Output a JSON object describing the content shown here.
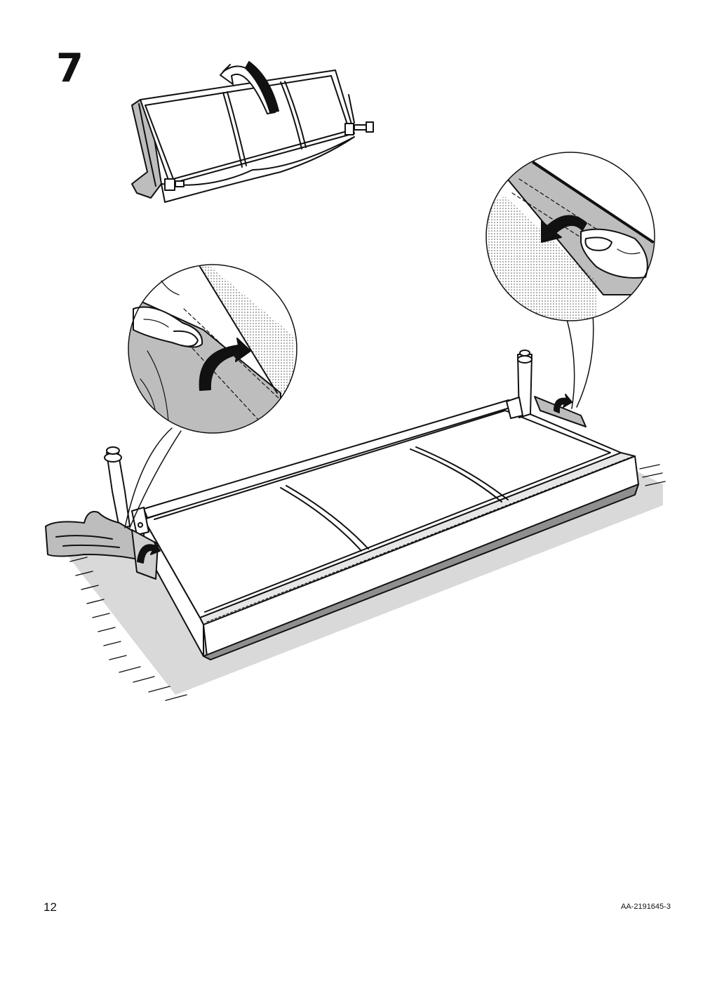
{
  "step": {
    "number": "7"
  },
  "footer": {
    "page_number": "12",
    "document_code": "AA-2191645-3"
  },
  "colors": {
    "line": "#111111",
    "fabric_gray": "#bdbdbd",
    "floor_gray": "#d9d9d9",
    "background": "#ffffff"
  },
  "illustrations": [
    {
      "name": "frame-flip",
      "icons": [
        "rotate-arrow-icon"
      ]
    },
    {
      "name": "seat-frame",
      "icons": [
        "fold-arrow-icon",
        "fold-arrow-icon"
      ]
    },
    {
      "name": "detail-left",
      "icons": [
        "hand-icon",
        "fold-arrow-icon"
      ]
    },
    {
      "name": "detail-right",
      "icons": [
        "hand-icon",
        "fold-arrow-icon"
      ]
    }
  ]
}
